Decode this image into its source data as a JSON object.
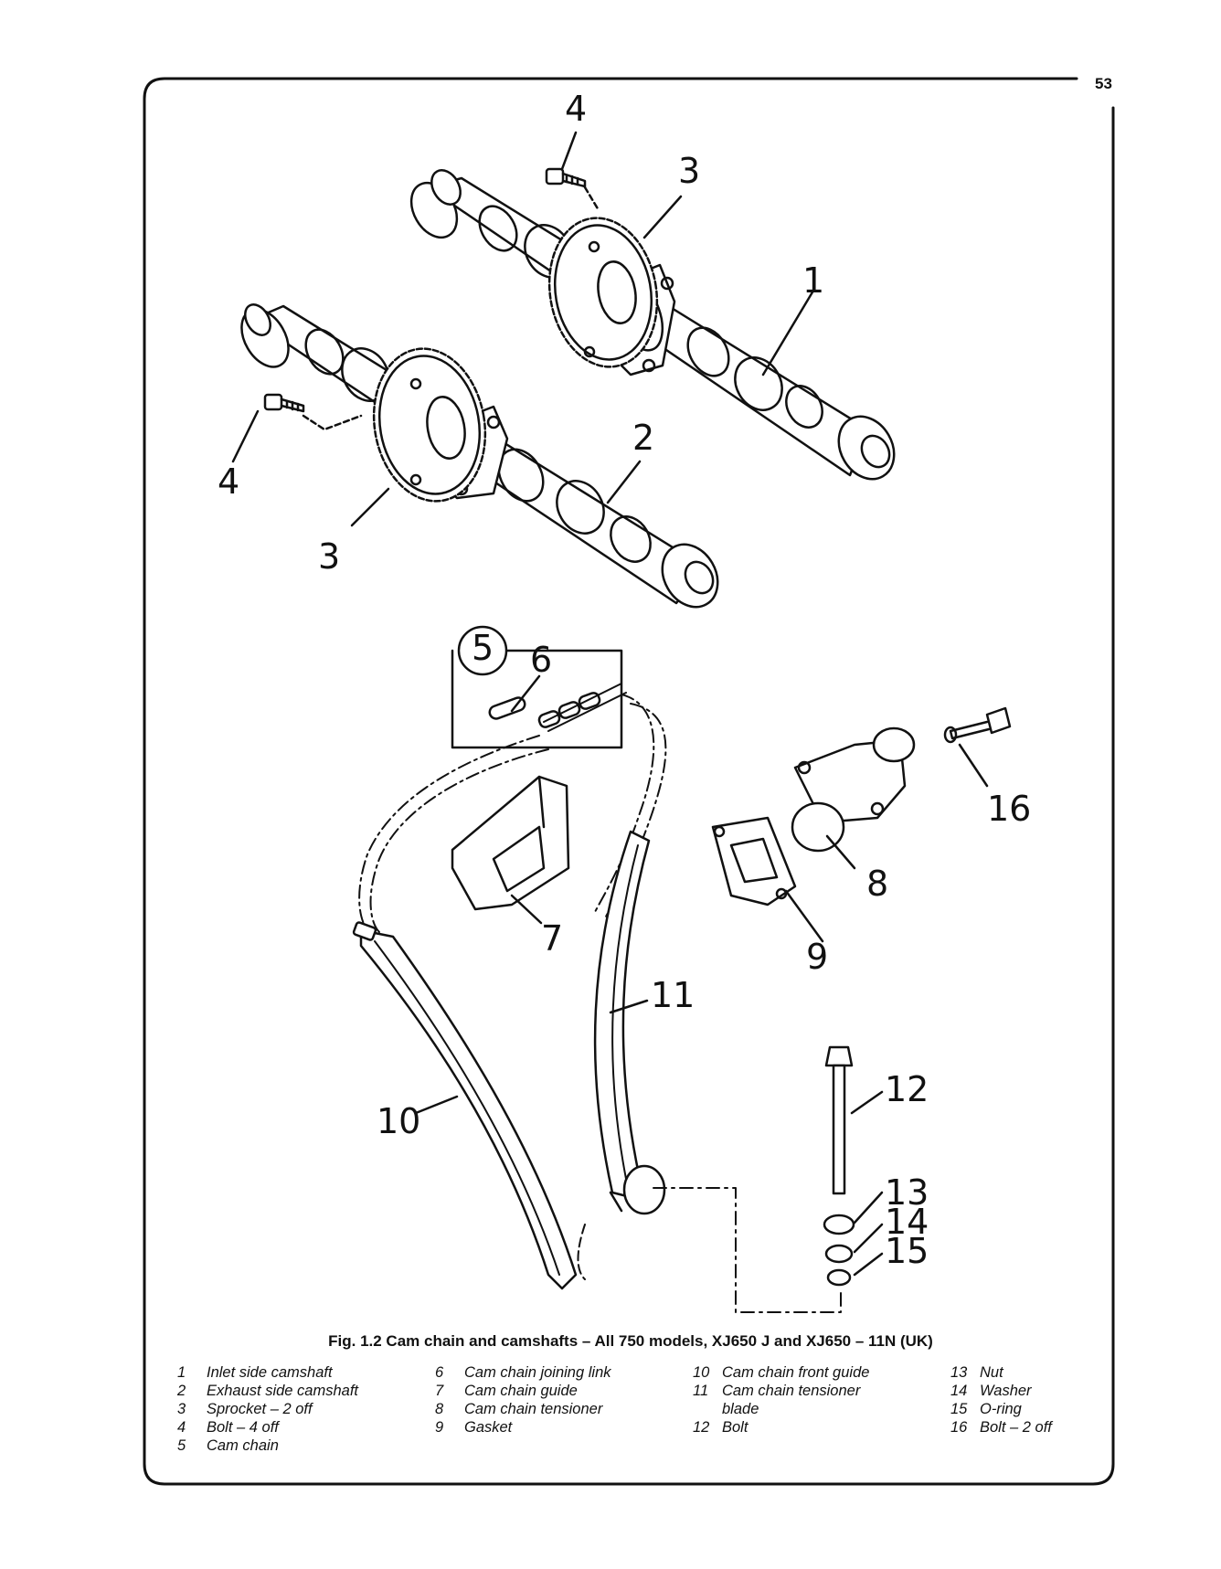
{
  "page_number": "53",
  "labels": {
    "l1": "1",
    "l2": "2",
    "l3a": "3",
    "l3b": "3",
    "l4a": "4",
    "l4b": "4",
    "l5": "5",
    "l6": "6",
    "l7": "7",
    "l8": "8",
    "l9": "9",
    "l10": "10",
    "l11": "11",
    "l12": "12",
    "l13": "13",
    "l14": "14",
    "l15": "15",
    "l16": "16"
  },
  "caption": "Fig. 1.2 Cam chain and camshafts – All 750 models, XJ650 J and XJ650 – 11N (UK)",
  "legend": {
    "col1": [
      {
        "num": "1",
        "text": "Inlet side camshaft"
      },
      {
        "num": "2",
        "text": "Exhaust side camshaft"
      },
      {
        "num": "3",
        "text": "Sprocket – 2 off"
      },
      {
        "num": "4",
        "text": "Bolt – 4 off"
      },
      {
        "num": "5",
        "text": "Cam chain"
      }
    ],
    "col2": [
      {
        "num": "6",
        "text": "Cam chain joining link"
      },
      {
        "num": "7",
        "text": "Cam chain guide"
      },
      {
        "num": "8",
        "text": "Cam chain tensioner"
      },
      {
        "num": "9",
        "text": "Gasket"
      }
    ],
    "col3": [
      {
        "num": "10",
        "text": "Cam chain front guide"
      },
      {
        "num": "11",
        "text": "Cam chain tensioner"
      },
      {
        "num": "",
        "text": "blade"
      },
      {
        "num": "12",
        "text": "Bolt"
      }
    ],
    "col4": [
      {
        "num": "13",
        "text": "Nut"
      },
      {
        "num": "14",
        "text": "Washer"
      },
      {
        "num": "15",
        "text": "O-ring"
      },
      {
        "num": "16",
        "text": "Bolt – 2 off"
      }
    ]
  }
}
